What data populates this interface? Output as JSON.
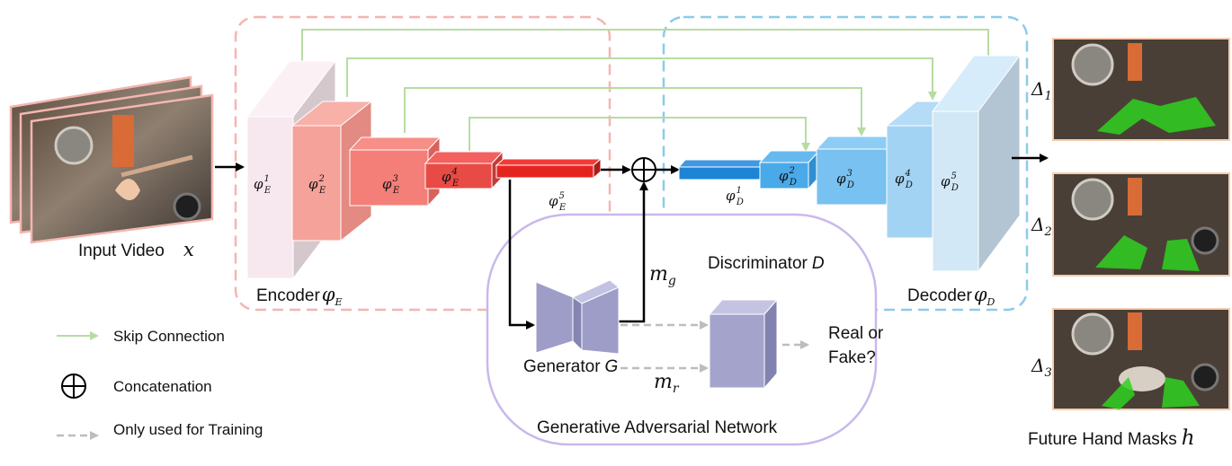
{
  "input": {
    "label": "Input Video",
    "var": "x"
  },
  "encoder": {
    "label": "Encoder",
    "sym": "φ",
    "sub": "E",
    "layers": [
      {
        "sym": "φ",
        "sup": "1",
        "sub": "E"
      },
      {
        "sym": "φ",
        "sup": "2",
        "sub": "E"
      },
      {
        "sym": "φ",
        "sup": "3",
        "sub": "E"
      },
      {
        "sym": "φ",
        "sup": "4",
        "sub": "E"
      },
      {
        "sym": "φ",
        "sup": "5",
        "sub": "E"
      }
    ]
  },
  "decoder": {
    "label": "Decoder",
    "sym": "φ",
    "sub": "D",
    "layers": [
      {
        "sym": "φ",
        "sup": "1",
        "sub": "D"
      },
      {
        "sym": "φ",
        "sup": "2",
        "sub": "D"
      },
      {
        "sym": "φ",
        "sup": "3",
        "sub": "D"
      },
      {
        "sym": "φ",
        "sup": "4",
        "sub": "D"
      },
      {
        "sym": "φ",
        "sup": "5",
        "sub": "D"
      }
    ]
  },
  "gan": {
    "title": "Generative Adversarial Network",
    "generator_label": "Generator",
    "generator_var": "G",
    "discriminator_label": "Discriminator",
    "discriminator_var": "D",
    "mg": {
      "sym": "m",
      "sub": "g"
    },
    "mr": {
      "sym": "m",
      "sub": "r"
    },
    "output_line1": "Real or",
    "output_line2": "Fake?"
  },
  "outputs": {
    "label": "Future Hand Masks",
    "var": "h",
    "deltas": [
      {
        "sym": "Δ",
        "sub": "1"
      },
      {
        "sym": "Δ",
        "sub": "2"
      },
      {
        "sym": "Δ",
        "sub": "3"
      }
    ]
  },
  "legend": {
    "skip": "Skip Connection",
    "concat": "Concatenation",
    "training": "Only used for Training"
  },
  "colors": {
    "encoder_box": "#f4b6b0",
    "decoder_box": "#8ccbea",
    "skip": "#b6dca2",
    "gan_box": "#c9b8ec",
    "generator": "#9d9dc8",
    "dashed": "#bdbdbd"
  }
}
